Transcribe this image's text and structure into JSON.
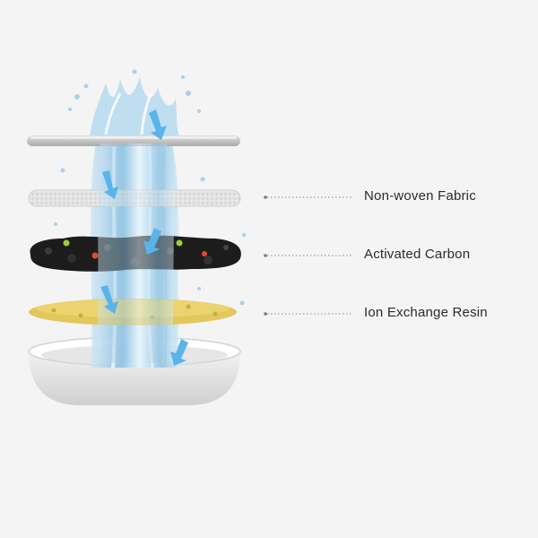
{
  "labels": {
    "non_woven": "Non-woven Fabric",
    "carbon": "Activated Carbon",
    "resin": "Ion Exchange Resin"
  },
  "colors": {
    "background": "#f4f4f5",
    "water": "#9ccde8",
    "arrow": "#5ab4ea",
    "fabric": "#dcdcdc",
    "carbon": "#1b1b1b",
    "resin": "#e2c75a",
    "housing": "#e8e8e8",
    "leader_dots": "#8a8a8a"
  },
  "icons": [
    "down-arrow-icon"
  ]
}
